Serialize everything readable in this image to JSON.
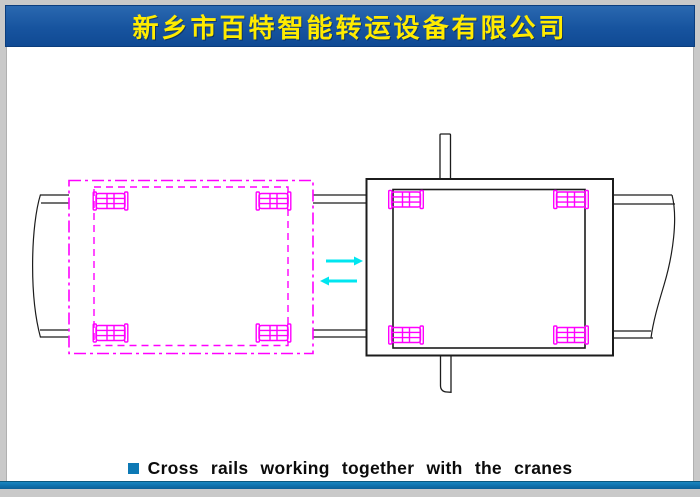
{
  "header": {
    "title": "新乡市百特智能转运设备有限公司"
  },
  "caption": {
    "bullet_icon": "square-bullet",
    "text": "Cross rails working together with the cranes"
  },
  "diagram": {
    "description": "Plan view: dashed magenta outline crane on left, solid crane on right, sharing horizontal runway rails with a vertical cross rail; cyan arrows show transfer movement between cranes",
    "left_crane": "dashed-outline-crane-position",
    "right_crane": "solid-crane-on-cross-rail",
    "wheel_blocks": 8,
    "arrows": [
      "arrow-right-icon",
      "arrow-left-icon"
    ]
  },
  "colors": {
    "page_gray": "#c9c9c9",
    "header_blue_top": "#2a68b0",
    "header_blue_bottom": "#104a94",
    "title_yellow": "#ffeb00",
    "line": "#1c1c1c",
    "magenta": "#ff00ff",
    "cyan": "#00e6f0",
    "bullet_blue": "#0d79b5",
    "footer_blue": "#0f74b0",
    "caption_black": "#0b0b0b"
  }
}
